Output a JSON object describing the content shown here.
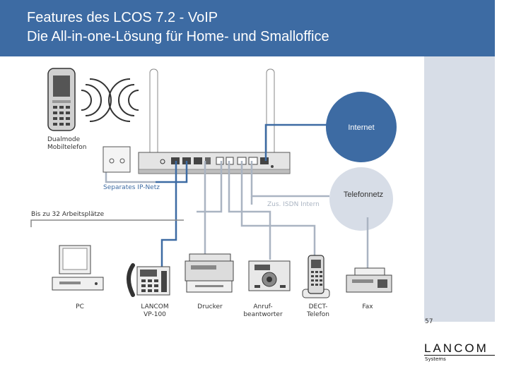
{
  "header": {
    "title_line1": "Features des LCOS 7.2 - VoIP",
    "title_line2": "Die All-in-one-Lösung für Home- und Smalloffice"
  },
  "labels": {
    "dualmode_1": "Dualmode",
    "dualmode_2": "Mobiltelefon",
    "separate_net": "Separates IP-Netz",
    "isdn_intern": "Zus. ISDN Intern",
    "workstations": "Bis zu 32 Arbeitsplätze",
    "internet": "Internet",
    "telefonnetz": "Telefonnetz"
  },
  "devices": [
    {
      "line1": "PC",
      "line2": ""
    },
    {
      "line1": "LANCOM",
      "line2": "VP-100"
    },
    {
      "line1": "Drucker",
      "line2": ""
    },
    {
      "line1": "Anruf-",
      "line2": "beantworter"
    },
    {
      "line1": "DECT-",
      "line2": "Telefon"
    },
    {
      "line1": "Fax",
      "line2": ""
    }
  ],
  "footer": {
    "page_number": "57",
    "logo": "LANCOM",
    "logo_sub": "Systems"
  },
  "colors": {
    "header": "#3d6ba3",
    "internet_circle": "#3d6ba3",
    "telefonnetz_circle": "#d7dde7",
    "side_strip": "#d7dde7",
    "cable_blue": "#3d6ba3",
    "cable_gray": "#aab4c2"
  }
}
